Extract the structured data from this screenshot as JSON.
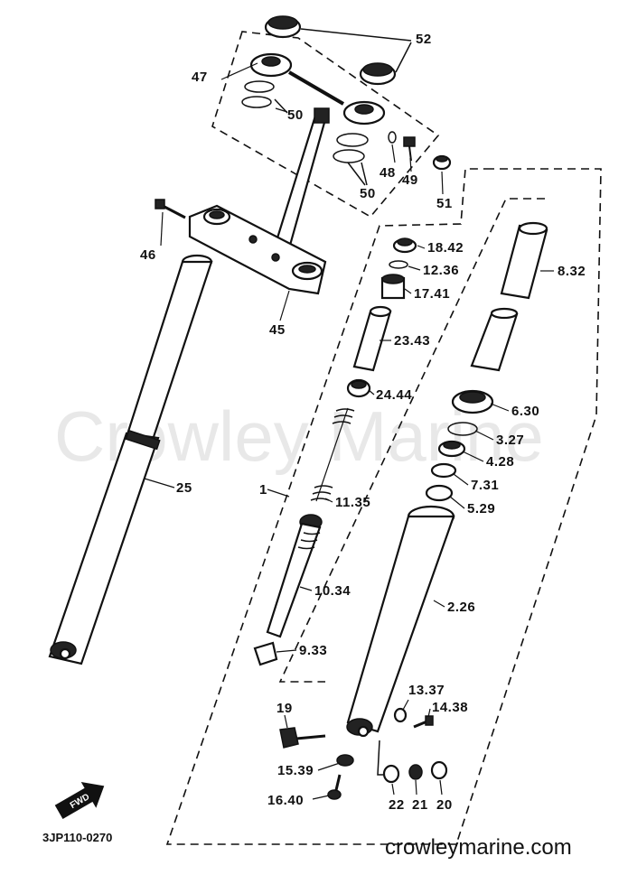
{
  "watermark": "Crowley Marine",
  "footer_url": "crowleymarine.com",
  "diagram_code": "3JP110-0270",
  "fwd_badge": "FWD",
  "labels": {
    "l1": "1",
    "l2_26": "2.26",
    "l3_27": "3.27",
    "l4_28": "4.28",
    "l5_29": "5.29",
    "l6_30": "6.30",
    "l7_31": "7.31",
    "l8_32": "8.32",
    "l9_33": "9.33",
    "l10_34": "10.34",
    "l11_35": "11.35",
    "l12_36": "12.36",
    "l13_37": "13.37",
    "l14_38": "14.38",
    "l15_39": "15.39",
    "l16_40": "16.40",
    "l17_41": "17.41",
    "l18_42": "18.42",
    "l19": "19",
    "l20": "20",
    "l21": "21",
    "l22": "22",
    "l23_43": "23.43",
    "l24_44": "24.44",
    "l25": "25",
    "l45": "45",
    "l46": "46",
    "l47": "47",
    "l48": "48",
    "l49": "49",
    "l50a": "50",
    "l50b": "50",
    "l51": "51",
    "l52": "52"
  }
}
